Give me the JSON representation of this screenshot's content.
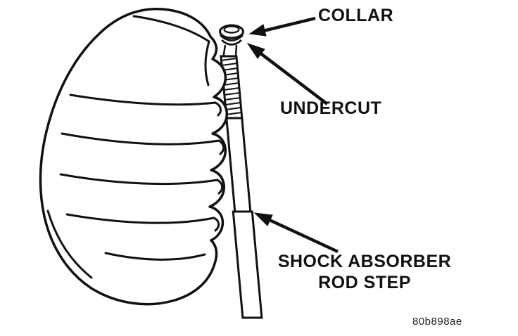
{
  "diagram": {
    "labels": {
      "collar": "COLLAR",
      "undercut": "UNDERCUT",
      "rod_step_line1": "SHOCK ABSORBER",
      "rod_step_line2": "ROD STEP"
    },
    "figure_code": "80b898ae",
    "colors": {
      "ink": "#111111",
      "background": "#ffffff"
    }
  }
}
